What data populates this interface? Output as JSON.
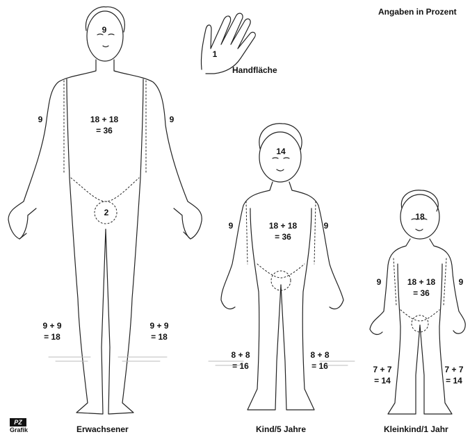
{
  "header": {
    "units_note": "Angaben in Prozent"
  },
  "hand": {
    "value": "1",
    "label": "Handfläche"
  },
  "adult": {
    "caption": "Erwachsener",
    "head": "9",
    "trunk_l1": "18 + 18",
    "trunk_l2": "= 36",
    "arm_left": "9",
    "arm_right": "9",
    "genital": "2",
    "leg_left_l1": "9 + 9",
    "leg_left_l2": "= 18",
    "leg_right_l1": "9 + 9",
    "leg_right_l2": "= 18"
  },
  "child": {
    "caption": "Kind/5 Jahre",
    "head": "14",
    "trunk_l1": "18 + 18",
    "trunk_l2": "= 36",
    "arm_left": "9",
    "arm_right": "9",
    "leg_left_l1": "8 + 8",
    "leg_left_l2": "= 16",
    "leg_right_l1": "8 + 8",
    "leg_right_l2": "= 16"
  },
  "infant": {
    "caption": "Kleinkind/1 Jahr",
    "head": "18",
    "trunk_l1": "18 + 18",
    "trunk_l2": "= 36",
    "arm_left": "9",
    "arm_right": "9",
    "leg_left_l1": "7 + 7",
    "leg_left_l2": "= 14",
    "leg_right_l1": "7 + 7",
    "leg_right_l2": "= 14"
  },
  "logo": {
    "mark": "PZ",
    "text": "Grafik"
  }
}
